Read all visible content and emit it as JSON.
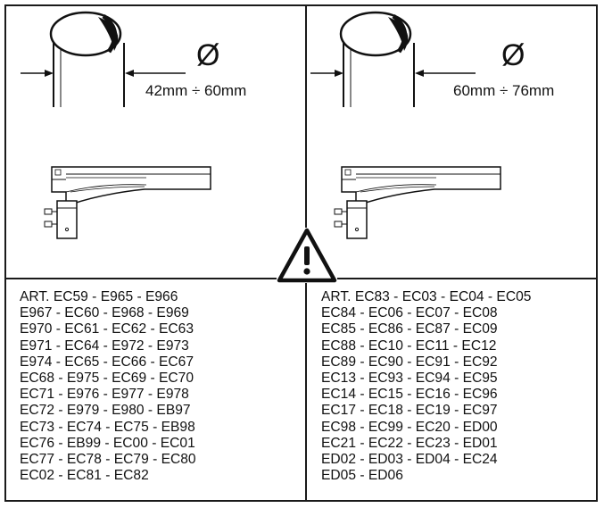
{
  "left_panel": {
    "diameter_symbol": "Ø",
    "range": "42mm ÷ 60mm",
    "articles": [
      "ART.  EC59 - E965 - E966",
      "E967 - EC60 - E968 - E969",
      "E970 - EC61 - EC62 - EC63",
      "E971 - EC64 - E972 - E973",
      "E974 - EC65 - EC66 - EC67",
      "EC68 - E975 - EC69 - EC70",
      "EC71 - E976 - E977 - E978",
      "EC72 - E979 - E980 - EB97",
      "EC73 - EC74 - EC75 - EB98",
      "EC76 - EB99 - EC00 - EC01",
      "EC77 - EC78 - EC79 - EC80",
      "EC02 - EC81 - EC82"
    ]
  },
  "right_panel": {
    "diameter_symbol": "Ø",
    "range": "60mm ÷ 76mm",
    "articles": [
      "ART.  EC83 - EC03 - EC04 - EC05",
      "EC84 - EC06 - EC07 - EC08",
      "EC85 - EC86 - EC87 - EC09",
      "EC88 - EC10 - EC11 - EC12",
      "EC89 - EC90 - EC91 - EC92",
      "EC13 - EC93 - EC94 - EC95",
      "EC14 - EC15 - EC16 - EC96",
      "EC17 - EC18 - EC19 - EC97",
      "EC98 - EC99 - EC20 - ED00",
      "EC21 - EC22 - EC23 - ED01",
      "ED02 - ED03 - ED04 - EC24",
      "ED05 - ED06"
    ]
  },
  "icons": {
    "pole_top": "pole-cross-section-icon",
    "luminaire": "street-luminaire-side-view-icon",
    "warning": "warning-triangle-icon"
  }
}
